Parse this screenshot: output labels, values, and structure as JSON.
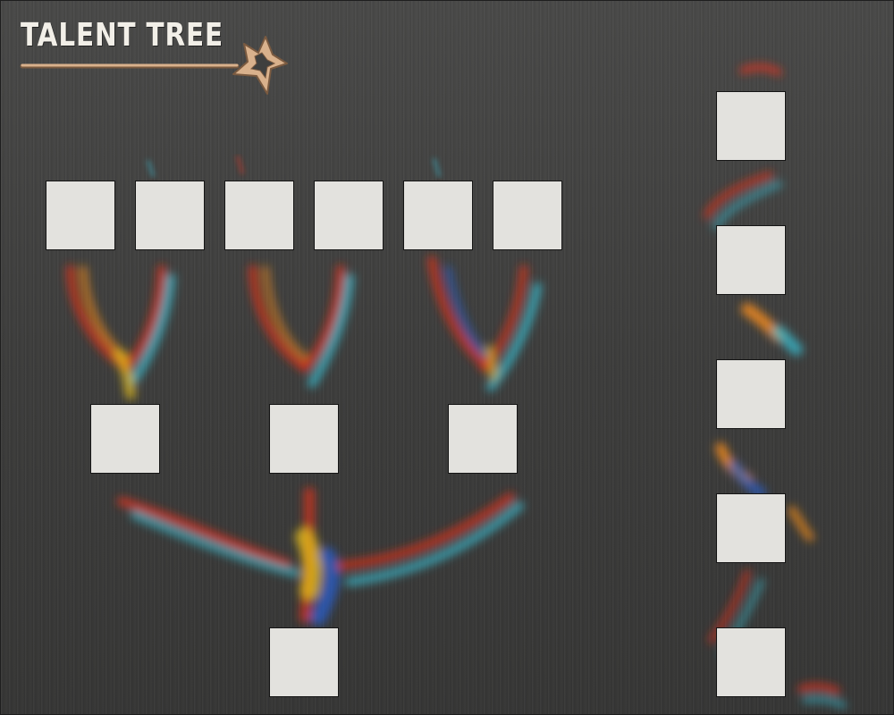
{
  "title": "TALENT TREE",
  "icons": {
    "wand": "magic-wand-star-icon"
  },
  "colors": {
    "background": "#424241",
    "slot_fill": "#e3e2de",
    "slot_border": "#151515",
    "title": "#f2efe8",
    "wand": "#d9b18c",
    "branch_red": "#d8321e",
    "branch_orange": "#f08a1c",
    "branch_yellow": "#e8c21a",
    "branch_cyan": "#38b6c9",
    "branch_blue": "#2a5fcf"
  },
  "tiers": {
    "top_row": {
      "slot_count": 6
    },
    "middle_row": {
      "slot_count": 3
    },
    "bottom_row": {
      "slot_count": 1
    },
    "right_column": {
      "slot_count": 5
    }
  }
}
